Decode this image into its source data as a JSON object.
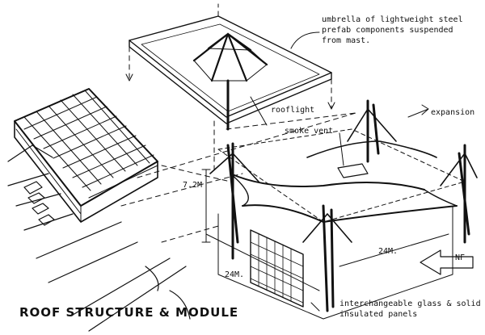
{
  "title": "ROOF STRUCTURE & MODULE",
  "annotations": {
    "umbrella": "umbrella of lightweight steel\nprefab components suspended\nfrom mast.",
    "rooflight": "rooflight",
    "smoke_vent": "smoke vent",
    "expansion": "expansion",
    "panels": "interchangeable glass & solid\ninsulated panels"
  },
  "dimensions": {
    "height": "7.2M",
    "width_a": "24M.",
    "width_b": "24M."
  },
  "north_marker": "NF"
}
